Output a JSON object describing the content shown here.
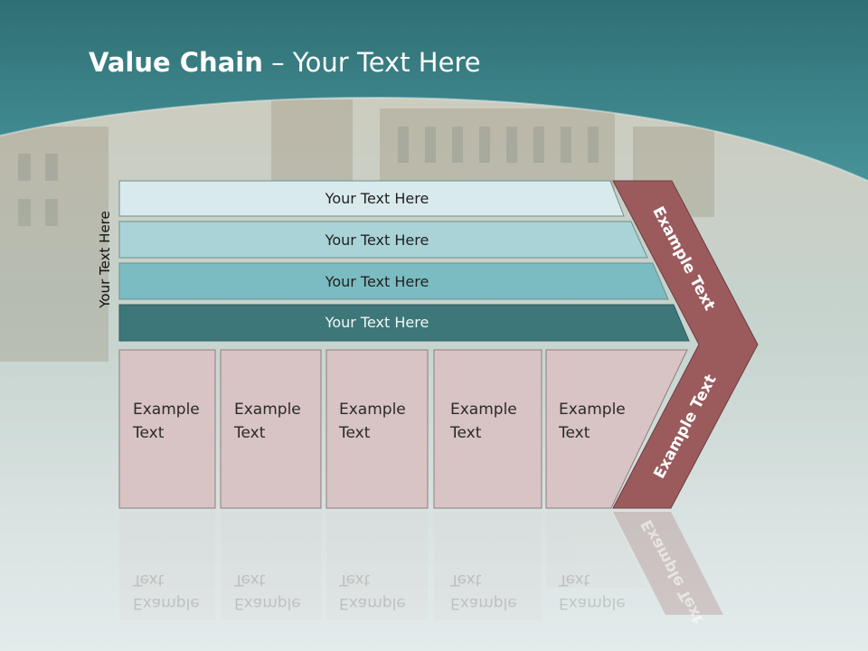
{
  "slide": {
    "title_bold": "Value Chain",
    "title_rest": " – Your Text Here",
    "side_label": "Your Text Here",
    "rows": [
      {
        "label": "Your Text Here",
        "color": "#d9eaec"
      },
      {
        "label": "Your Text Here",
        "color": "#a9d3d6"
      },
      {
        "label": "Your Text Here",
        "color": "#7bbcc2"
      },
      {
        "label": "Your Text Here",
        "color": "#3d777a"
      }
    ],
    "boxes": [
      {
        "line1": "Example",
        "line2": "Text"
      },
      {
        "line1": "Example",
        "line2": "Text"
      },
      {
        "line1": "Example",
        "line2": "Text"
      },
      {
        "line1": "Example",
        "line2": "Text"
      },
      {
        "line1": "Example",
        "line2": "Text"
      }
    ],
    "arrow_upper": "Example Text",
    "arrow_lower": "Example Text"
  },
  "colors": {
    "header": "#3f8a8f",
    "box_fill": "#d8c3c5",
    "arrow_fill": "#9b5b5d"
  }
}
